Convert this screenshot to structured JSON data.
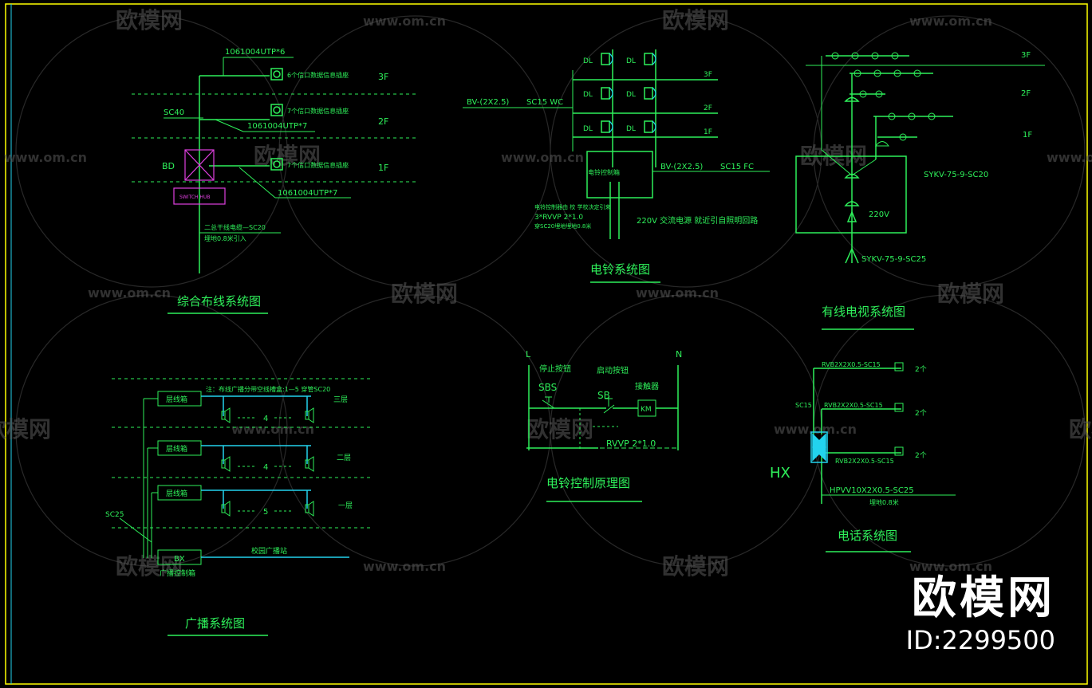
{
  "watermarks": {
    "site": "www.om.cn",
    "brand": "欧模网"
  },
  "diagrams": {
    "cabling": {
      "title": "综合布线系统图",
      "cable_6": "1061004UTP*6",
      "cable_7a": "1061004UTP*7",
      "cable_7b": "1061004UTP*7",
      "outlet_6": "6个信口数据信息插座",
      "outlet_7a": "7个信口数据信息插座",
      "outlet_7b": "7个信口数据信息插座",
      "floor_3": "3F",
      "floor_2": "2F",
      "floor_1": "1F",
      "sc40": "SC40",
      "bd": "BD",
      "switch_hub": "SWITCH HUB",
      "note_1": "二总干线电缆—SC20",
      "note_2": "埋地0.8米引入"
    },
    "bell": {
      "title": "电铃系统图",
      "dl": "DL",
      "floor_3": "3F",
      "floor_2": "2F",
      "floor_1": "1F",
      "cable_in": "BV-(2X2.5)",
      "sc15wc": "SC15 WC",
      "cable_out": "BV-(2X2.5)",
      "sc15fc": "SC15 FC",
      "controller": "电铃控制箱",
      "note_1": "电铃控制器由   校  学校决定引来",
      "note_2": "3*RVVP 2*1.0",
      "note_3": "穿SC20埋地埋地0.8米",
      "power": "220V  交流电源  就近引自照明回路"
    },
    "catv": {
      "title": "有线电视系统图",
      "floor_3": "3F",
      "floor_2": "2F",
      "floor_1": "1F",
      "cable_top": "SYKV-75-9-SC20",
      "v220": "220V",
      "cable_bottom": "SYKV-75-9-SC25"
    },
    "broadcast": {
      "title": "广播系统图",
      "note": "注：布线广播分带空线槽盒:1—5  穿管SC20",
      "box": "层线箱",
      "floor_3": "三层",
      "floor_2": "二层",
      "floor_1": "一层",
      "count_3": "4",
      "count_2": "4",
      "count_1": "5",
      "sc25": "SC25",
      "bx": "BX",
      "bx_label": "广播控制箱",
      "station": "校园广播站"
    },
    "bell_control": {
      "title": "电铃控制原理图",
      "l": "L",
      "n": "N",
      "stop": "停止按钮",
      "start": "启动按钮",
      "contactor": "接触器",
      "sbs": "SBS",
      "sb": "SB",
      "km": "KM",
      "cable": "RVVP 2*1.0"
    },
    "phone": {
      "title": "电话系统图",
      "cable_1": "RVB2X2X0.5-SC15",
      "cable_2": "RVB2X2X0.5-SC15",
      "cable_3": "RVB2X2X0.5-SC15",
      "sc15": "SC15",
      "hx": "HX",
      "count_1": "2个",
      "count_2": "2个",
      "count_3": "2个",
      "main_cable": "HPVV10X2X0.5-SC25",
      "depth": "埋地0.8米"
    }
  },
  "brand_block": {
    "name": "欧模网",
    "id": "ID:2299500"
  },
  "colors": {
    "background": "#000000",
    "lines": "#2ef05a",
    "text": "#2ef05a",
    "cyan": "#22d3ee",
    "magenta": "#e040e0",
    "frame": "#ffff00"
  }
}
